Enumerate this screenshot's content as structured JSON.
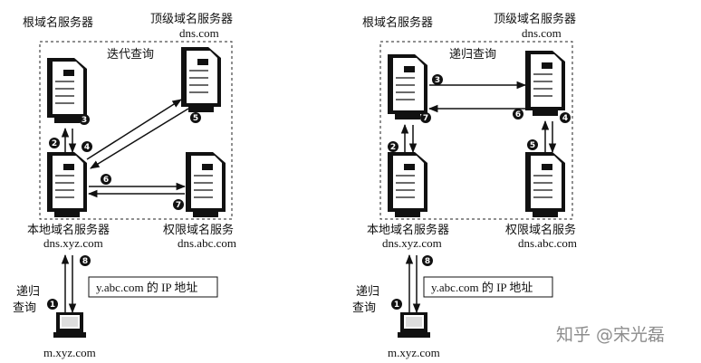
{
  "left": {
    "root_label": "根域名服务器",
    "tld_label": "顶级域名服务器",
    "tld_domain": "dns.com",
    "mode_label": "迭代查询",
    "local_label": "本地域名服务器",
    "local_domain": "dns.xyz.com",
    "auth_label": "权限域名服务",
    "auth_domain": "dns.abc.com",
    "recursive_label_line1": "递归",
    "recursive_label_line2": "查询",
    "answer_label": "y.abc.com 的 IP 地址",
    "host_label": "m.xyz.com",
    "steps": [
      "1",
      "2",
      "3",
      "4",
      "5",
      "6",
      "7",
      "8"
    ]
  },
  "right": {
    "root_label": "根域名服务器",
    "tld_label": "顶级域名服务器",
    "tld_domain": "dns.com",
    "mode_label": "递归查询",
    "local_label": "本地域名服务器",
    "local_domain": "dns.xyz.com",
    "auth_label": "权限域名服务",
    "auth_domain": "dns.abc.com",
    "recursive_label_line1": "递归",
    "recursive_label_line2": "查询",
    "answer_label": "y.abc.com 的 IP 地址",
    "host_label": "m.xyz.com",
    "steps": [
      "1",
      "2",
      "3",
      "4",
      "5",
      "6",
      "7",
      "8"
    ]
  },
  "watermark": "知乎 @宋光磊"
}
